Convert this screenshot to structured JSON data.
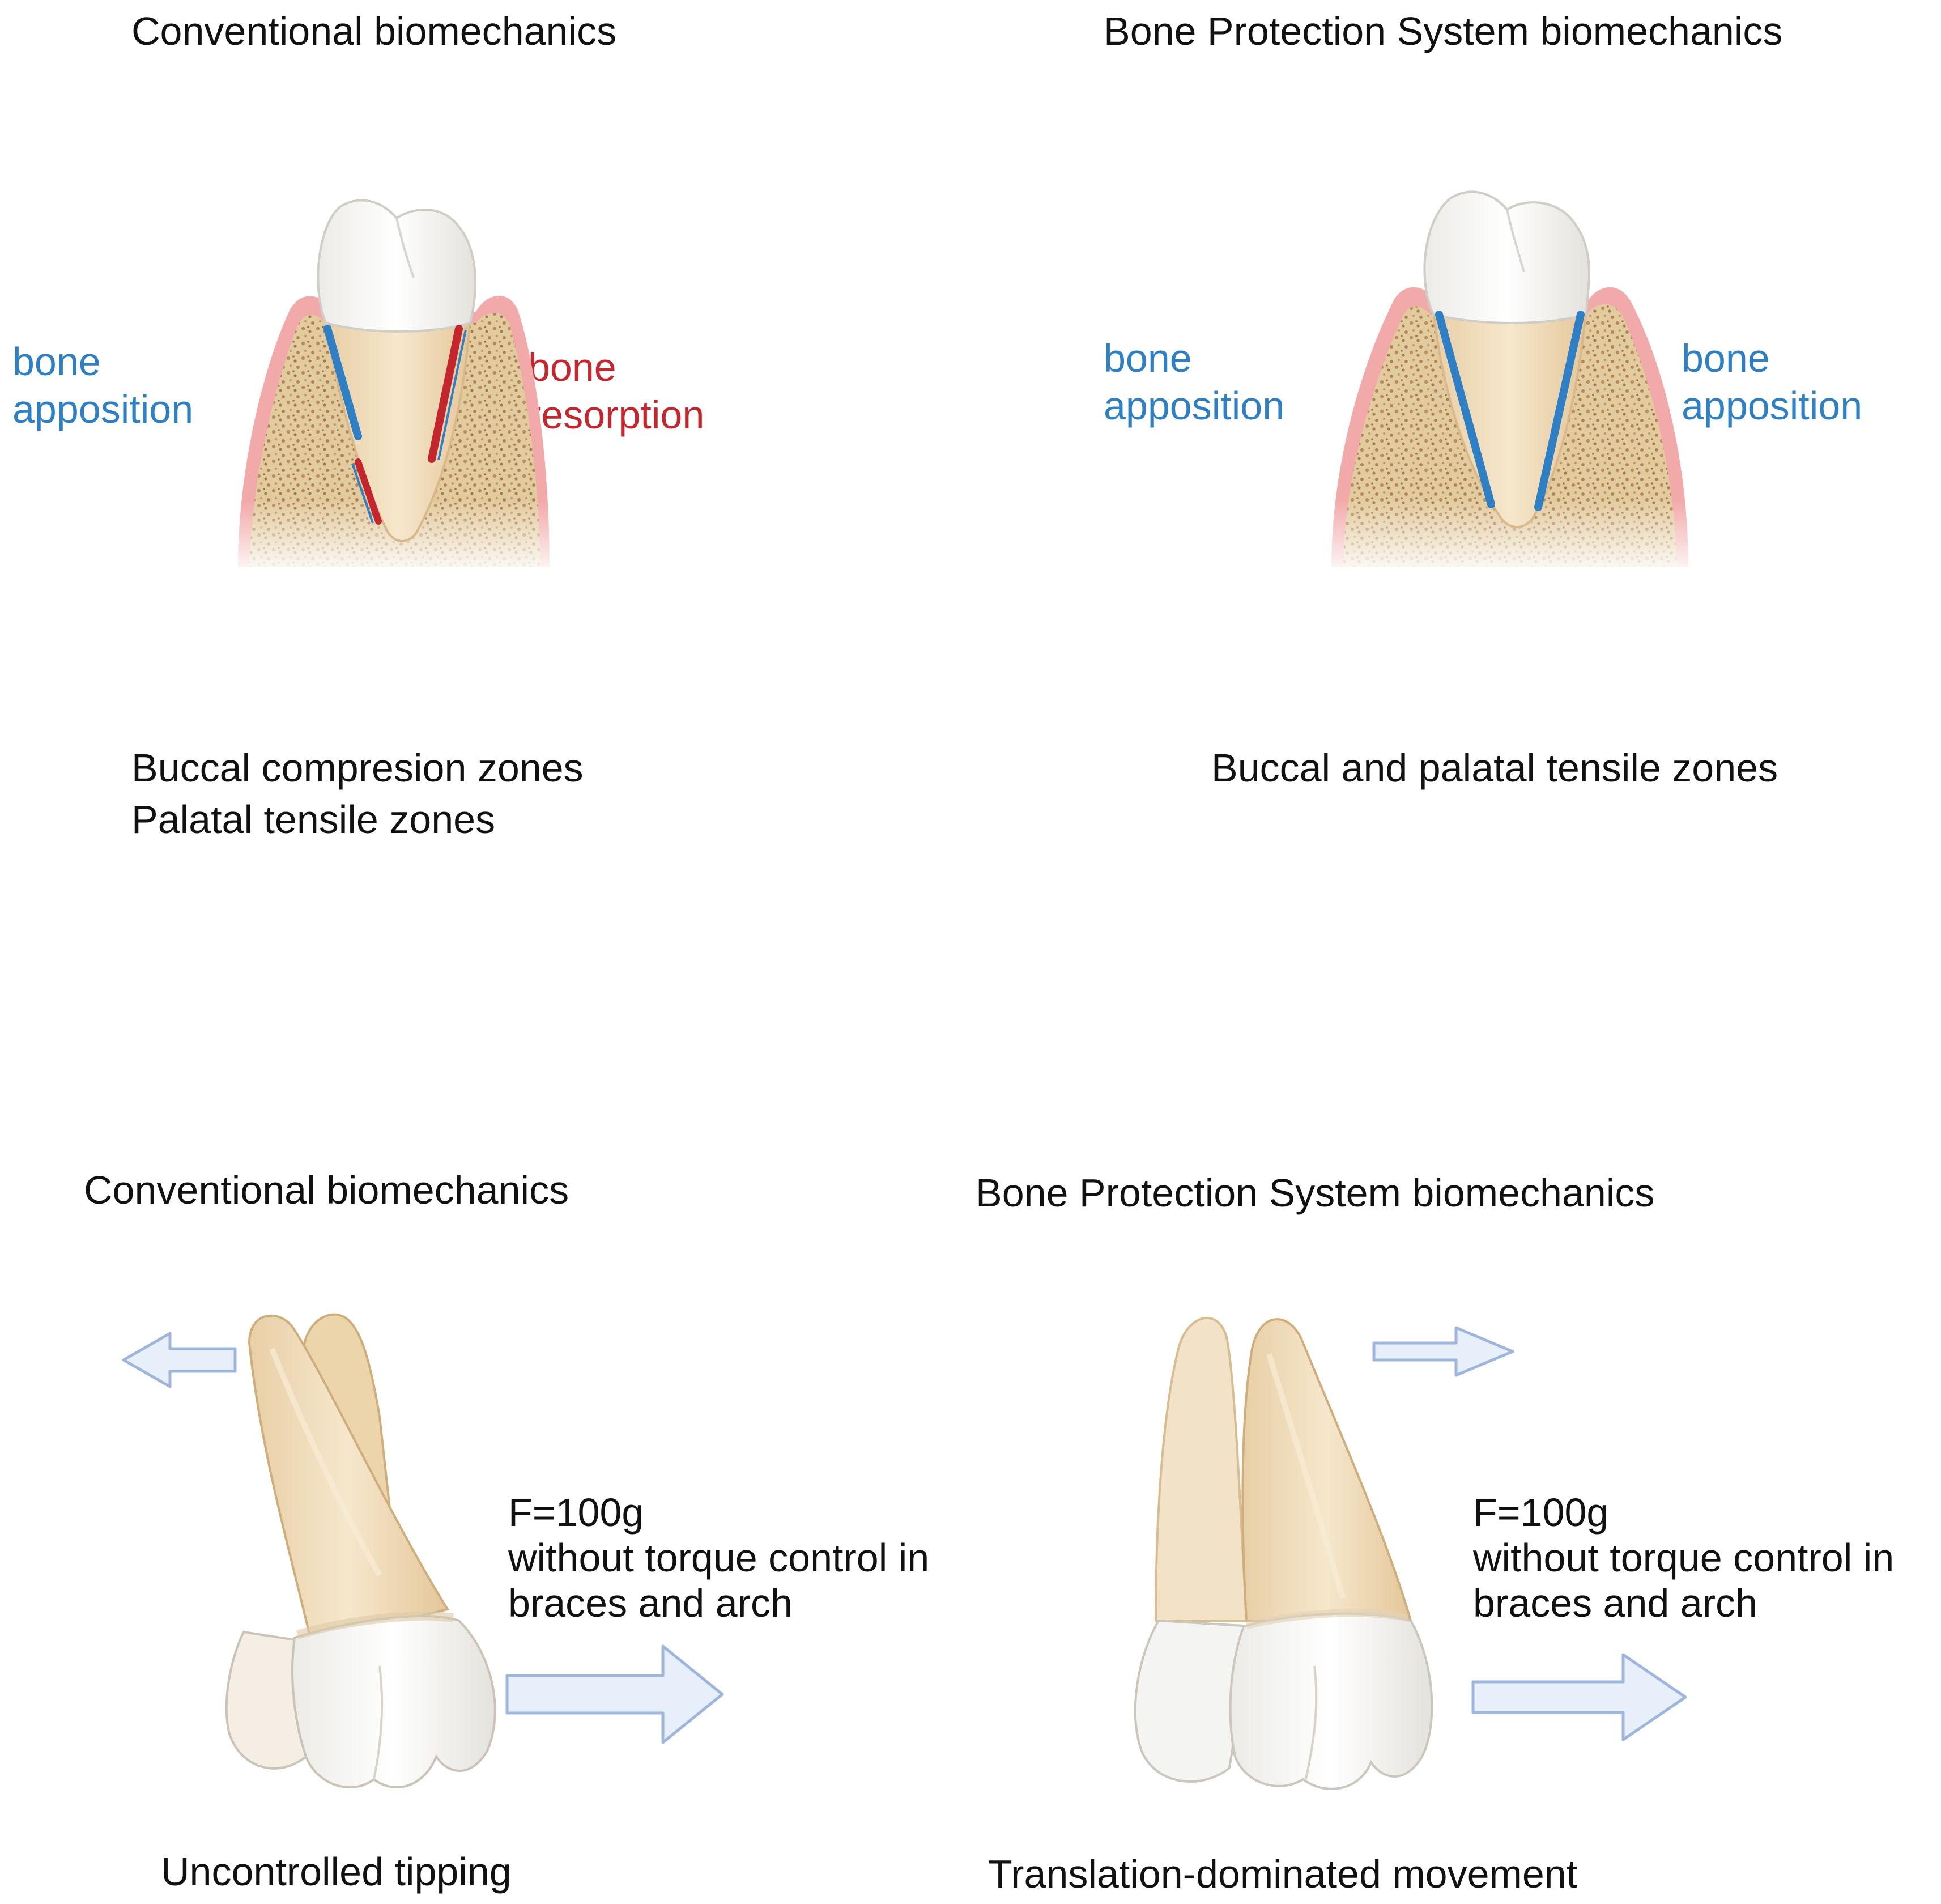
{
  "top_left": {
    "title": "Conventional biomechanics",
    "left_label": [
      "bone",
      "apposition"
    ],
    "right_label": [
      "bone",
      "resorption"
    ],
    "zones": [
      "Buccal compresion zones",
      "Palatal tensile zones"
    ]
  },
  "top_right": {
    "title": "Bone Protection System biomechanics",
    "left_label": [
      "bone",
      "apposition"
    ],
    "right_label": [
      "bone",
      "apposition"
    ],
    "zones": [
      "Buccal and palatal tensile zones"
    ]
  },
  "bottom_left": {
    "title": "Conventional biomechanics",
    "force": [
      "F=100g",
      "without torque control in",
      "braces and arch"
    ],
    "caption": "Uncontrolled tipping"
  },
  "bottom_right": {
    "title": "Bone Protection System biomechanics",
    "force": [
      "F=100g",
      "without torque control in",
      "braces and arch"
    ],
    "caption": "Translation-dominated movement"
  },
  "colors": {
    "apposition": "#2f7fc4",
    "resorption": "#c3262d",
    "gum": "#f2a9a9",
    "bone": "#e3cba0",
    "root": "#efdcbc",
    "crown": "#f6f6f4",
    "arrow_fill": "#e6effa",
    "arrow_stroke": "#9fb6dc"
  }
}
